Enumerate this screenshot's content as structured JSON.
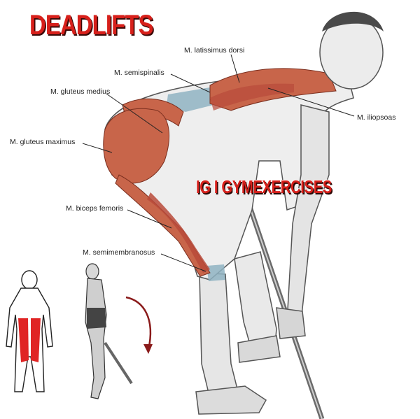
{
  "title": "DEADLIFTS",
  "watermark": "IG I GYMEXERCISES",
  "labels": {
    "latissimus": "M. latissimus dorsi",
    "semispinalis": "M. semispinalis",
    "gluteus_medius": "M. gluteus medius",
    "gluteus_maximus": "M. gluteus maximus",
    "biceps_femoris": "M. biceps femoris",
    "semimembranosus": "M. semimembranosus",
    "iliopsoas": "M. iliopsoas"
  },
  "colors": {
    "muscle": "#c8654a",
    "muscle_highlight": "#b84a3a",
    "hamstring_marker": "#e02424",
    "fascia": "#8fb3c2",
    "arrow": "#8a1a1a",
    "title": "#d7201b"
  }
}
